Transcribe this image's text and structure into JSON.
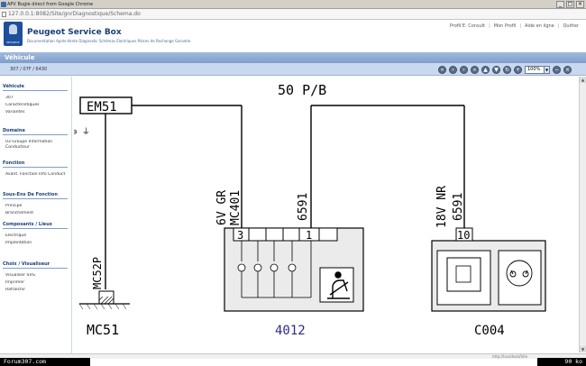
{
  "browser": {
    "window_title": "APV Bugle direct from Google Chrome",
    "url": "127.0.0.1:8082/Site/gnrDiagnostique/Schema.do",
    "window_buttons": [
      "_",
      "□",
      "×"
    ]
  },
  "site": {
    "brand": "Peugeot Service Box",
    "brand_sub": "Documentation Après-Vente Diagnostic Schémas Électriques Pièces de Rechange Garantie",
    "logo_label": "PEUGEOT",
    "top_links": [
      "Profil E. Consult",
      "Mon Profil",
      "Aide en ligne",
      "Quitter"
    ]
  },
  "vehicle_bar": {
    "title": "Véhicule",
    "breadcrumb": "307  /  07F   /  6430"
  },
  "toolbar": {
    "buttons": [
      {
        "name": "first-page-button",
        "glyph": "«"
      },
      {
        "name": "previous-page-button",
        "glyph": "‹"
      },
      {
        "name": "next-page-button",
        "glyph": "›"
      },
      {
        "name": "last-page-button",
        "glyph": "»"
      },
      {
        "name": "pan-up-button",
        "glyph": "▲"
      },
      {
        "name": "pan-down-button",
        "glyph": "▼"
      },
      {
        "name": "rotate-button",
        "glyph": "↻"
      },
      {
        "name": "zoom-in-button",
        "glyph": "+"
      }
    ],
    "zoom_value": "100%",
    "zoom_out_glyph": "−",
    "close_glyph": "×"
  },
  "sidebar": {
    "sections": [
      {
        "title": "Véhicule",
        "items": [
          "307",
          "Caractéristiques",
          "Variantes"
        ]
      },
      {
        "title": "Domaine",
        "items": [
          "03 Groupe Information Conducteur"
        ]
      },
      {
        "title": "Fonction",
        "items": [
          "Avant. Fonction Info Conduct"
        ]
      },
      {
        "title": "Sous-Ens De Fonction",
        "items": [
          "Principe",
          "Branchement"
        ]
      },
      {
        "title": "Composants / Lieux",
        "items": [
          "Electrique",
          "Implantation"
        ]
      },
      {
        "title": "Choix / Visualiseur",
        "items": [
          "Visualiser SVG",
          "Imprimer",
          "Rafraîchir"
        ]
      }
    ]
  },
  "schematic": {
    "title": "50 P/B",
    "connector_top": "EM51",
    "ground_label": "MC51",
    "wire_left_color": "6V GR",
    "wire_left_code": "MC401",
    "wire_left_ground": "MC52P",
    "wire_mid_code": "6591",
    "wire_right_color": "18V NR",
    "wire_right_code": "6591",
    "component_a": "4012",
    "component_a_pin_left": "3",
    "component_a_pin_right": "1",
    "component_b": "C004",
    "component_b_pin": "10",
    "ground_symbol": "⊖ ⏚"
  },
  "statusbar": {
    "text": "http://localhost/Site"
  },
  "watermark": {
    "left": "Forum307.com",
    "right": "90 ko"
  },
  "colors": {
    "bar": "#7f9ecb",
    "brand": "#1a3f7a",
    "component_label": "#2b2b8c"
  }
}
